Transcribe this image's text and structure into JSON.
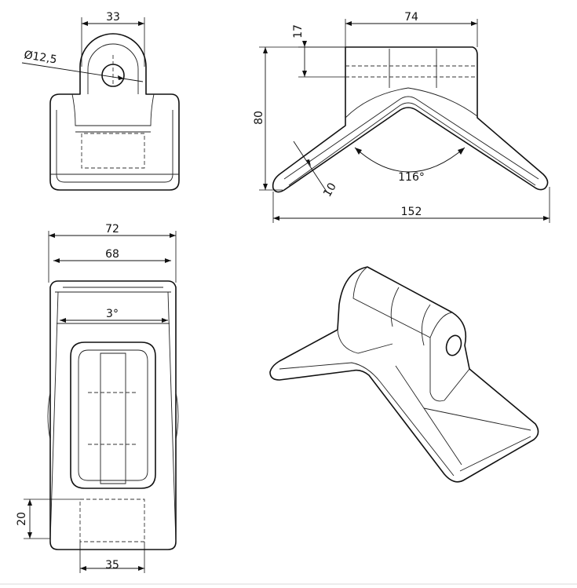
{
  "dimensions": {
    "front_width": "33",
    "hole_diameter": "Ø12,5",
    "side_width": "74",
    "side_top": "17",
    "side_height": "80",
    "arm_thickness": "10",
    "angle": "116°",
    "total_width": "152",
    "plan_outer": "72",
    "plan_inner": "68",
    "draft_angle": "3°",
    "plan_bottom_depth": "20",
    "plan_bottom_width": "35"
  }
}
